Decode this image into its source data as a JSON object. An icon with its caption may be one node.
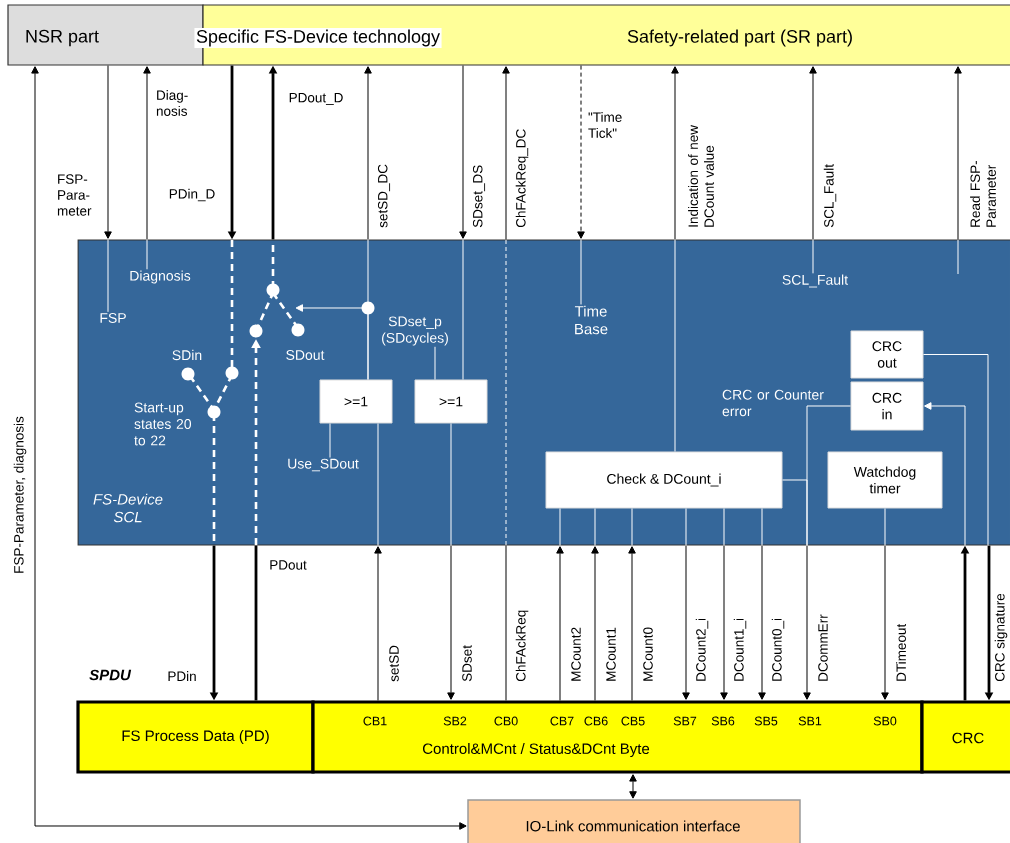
{
  "diagram": {
    "nodes": [
      {
        "text": [
          "NSR part"
        ]
      },
      {
        "text": [
          "Safety-related part (SR part)"
        ]
      },
      {
        "text": [
          "FS-Device SCL"
        ]
      },
      {
        "text": [
          "Diagnosis"
        ],
        "in": 2
      },
      {
        "text": [
          "FSP"
        ],
        "in": 2
      },
      {
        "text": [
          "SDset_p (SDcycles)"
        ],
        "in": 2
      },
      {
        "text": [
          ">=1"
        ],
        "in": 2
      },
      {
        "text": [
          ">=1"
        ],
        "in": 2
      },
      {
        "text": [
          "Use_SDout"
        ],
        "in": 2
      },
      {
        "text": [
          "Time Base"
        ],
        "in": 2
      },
      {
        "text": [
          "SCL_Fault"
        ],
        "in": 2
      },
      {
        "text": [
          "CRC out"
        ],
        "in": 2
      },
      {
        "text": [
          "CRC in"
        ],
        "in": 2
      },
      {
        "text": [
          "Check & DCount_i"
        ],
        "in": 2
      },
      {
        "text": [
          "Watchdog timer"
        ],
        "in": 2
      },
      {
        "text": [
          "FS Process Data (PD)"
        ]
      },
      {
        "text": [
          "CB1",
          "SB2",
          "CB0",
          "CB7",
          "CB6",
          "CB5",
          "SB7",
          "SB6",
          "SB5",
          "SB1",
          "SB0",
          "Control&MCnt / Status&DCnt Byte"
        ]
      },
      {
        "text": [
          "CRC"
        ]
      },
      {
        "text": [
          "IO-Link communication interface"
        ]
      }
    ],
    "edges": [
      {
        "from": 18,
        "to": 0,
        "arrow": "both",
        "label": "FSP-Parameter, diagnosis"
      },
      {
        "from": 0,
        "to": 2,
        "arrow": "to",
        "label": "FSP- Para- meter"
      },
      {
        "from": 2,
        "to": 0,
        "arrow": "to",
        "label": "Diag- nosis"
      },
      {
        "from": 1,
        "to": 2,
        "arrow": "to",
        "label": "PDin_D",
        "style": "thick"
      },
      {
        "from": 2,
        "to": 1,
        "arrow": "to",
        "label": "PDout_D",
        "style": "thick"
      },
      {
        "from": 2,
        "to": 1,
        "arrow": "to",
        "label": "setSD_DC"
      },
      {
        "from": 1,
        "to": 2,
        "arrow": "to",
        "label": "SDset_DS"
      },
      {
        "from": 2,
        "to": 1,
        "arrow": "to",
        "label": "ChFAckReq_DC"
      },
      {
        "from": 1,
        "to": 2,
        "arrow": "to",
        "label": "\"Time Tick\"",
        "style": "dashed"
      },
      {
        "from": 2,
        "to": 1,
        "arrow": "to",
        "label": "Indication of new DCount value"
      },
      {
        "from": 2,
        "to": 1,
        "arrow": "to",
        "label": "SCL_Fault"
      },
      {
        "from": 2,
        "to": 1,
        "arrow": "to",
        "label": "Read FSP- Parameter"
      },
      {
        "from": 2,
        "to": 15,
        "arrow": "to",
        "label": "PDin",
        "style": "thick"
      },
      {
        "from": 15,
        "to": 2,
        "arrow": "none",
        "label": "PDout",
        "style": "thick"
      },
      {
        "from": 16,
        "to": 2,
        "arrow": "to",
        "label": "setSD"
      },
      {
        "from": 2,
        "to": 16,
        "arrow": "to",
        "label": "SDset"
      },
      {
        "from": 16,
        "to": 2,
        "arrow": "none",
        "label": "ChFAckReq"
      },
      {
        "from": 16,
        "to": 2,
        "arrow": "to",
        "label": "MCount2"
      },
      {
        "from": 16,
        "to": 2,
        "arrow": "to",
        "label": "MCount1"
      },
      {
        "from": 16,
        "to": 2,
        "arrow": "to",
        "label": "MCount0"
      },
      {
        "from": 2,
        "to": 16,
        "arrow": "to",
        "label": "DCount2_i"
      },
      {
        "from": 2,
        "to": 16,
        "arrow": "to",
        "label": "DCount1_i"
      },
      {
        "from": 2,
        "to": 16,
        "arrow": "to",
        "label": "DCount0_i"
      },
      {
        "from": 2,
        "to": 16,
        "arrow": "to",
        "label": "DCommErr"
      },
      {
        "from": 2,
        "to": 16,
        "arrow": "to",
        "label": "DTimeout"
      },
      {
        "from": 17,
        "to": 2,
        "arrow": "to",
        "style": "thick"
      },
      {
        "from": 2,
        "to": 17,
        "arrow": "to",
        "label": "CRC signature",
        "style": "thick"
      },
      {
        "from": 16,
        "to": 18,
        "arrow": "both"
      },
      {
        "from": 5,
        "to": 7,
        "arrow": "none",
        "color": "#ffffff"
      },
      {
        "from": 8,
        "to": 6,
        "arrow": "none",
        "color": "#ffffff"
      },
      {
        "from": 2,
        "to": 4,
        "arrow": "none",
        "color": "#ffffff"
      },
      {
        "from": 2,
        "to": 3,
        "arrow": "none",
        "color": "#ffffff"
      },
      {
        "from": 6,
        "to": 2,
        "arrow": "none",
        "color": "#ffffff"
      },
      {
        "from": 2,
        "to": 7,
        "arrow": "none",
        "color": "#ffffff"
      },
      {
        "from": 6,
        "to": 2,
        "arrow": "none",
        "color": "#ffffff"
      },
      {
        "from": 7,
        "to": 2,
        "arrow": "none",
        "color": "#ffffff"
      },
      {
        "from": 2,
        "to": 9,
        "arrow": "none",
        "color": "#ffffff"
      },
      {
        "from": 13,
        "to": 2,
        "arrow": "none",
        "color": "#ffffff"
      },
      {
        "from": 10,
        "to": 2,
        "arrow": "none",
        "color": "#ffffff"
      },
      {
        "from": 2,
        "to": 13,
        "arrow": "none",
        "color": "#ffffff"
      },
      {
        "from": 2,
        "to": 13,
        "arrow": "none",
        "color": "#ffffff"
      },
      {
        "from": 2,
        "to": 13,
        "arrow": "none",
        "color": "#ffffff"
      },
      {
        "from": 13,
        "to": 2,
        "arrow": "none",
        "color": "#ffffff"
      },
      {
        "from": 13,
        "to": 2,
        "arrow": "none",
        "color": "#ffffff"
      },
      {
        "from": 13,
        "to": 2,
        "arrow": "none",
        "color": "#ffffff"
      },
      {
        "from": 12,
        "to": 2,
        "arrow": "none",
        "color": "#ffffff"
      },
      {
        "from": 13,
        "to": 2,
        "arrow": "none",
        "color": "#ffffff"
      },
      {
        "from": 14,
        "to": 2,
        "arrow": "none",
        "color": "#ffffff"
      },
      {
        "from": 11,
        "to": 2,
        "arrow": "none",
        "color": "#ffffff"
      },
      {
        "from": 2,
        "to": 12,
        "arrow": "to",
        "color": "#ffffff"
      },
      {
        "from": 6,
        "to": null,
        "arrow": "to",
        "color": "#ffffff"
      }
    ],
    "labels": [
      "Specific FS-Device technology",
      "SDin",
      "Start-up states 20 to 22",
      "SDout",
      "CRC or Counter error",
      "SPDU"
    ]
  }
}
